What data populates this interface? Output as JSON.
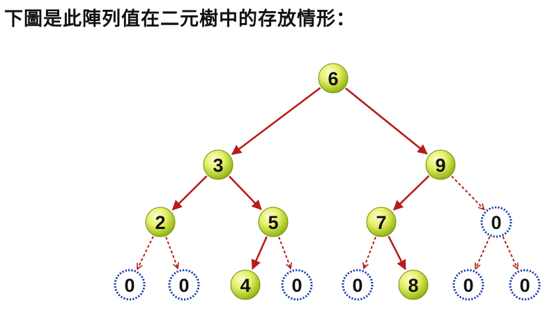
{
  "caption": "下圖是此陣列值在二元樹中的存放情形：",
  "colors": {
    "edge": "#b51d1d",
    "node_fill_light": "#f3f99a",
    "node_fill_dark": "#8fb40c",
    "node_stroke": "#6f8d0b",
    "empty_stroke": "#1a3fb0",
    "empty_fill": "#ffffff"
  },
  "tree": {
    "nodes": [
      {
        "id": "n1",
        "label": "6",
        "kind": "value"
      },
      {
        "id": "n2",
        "label": "3",
        "kind": "value"
      },
      {
        "id": "n3",
        "label": "9",
        "kind": "value"
      },
      {
        "id": "n4",
        "label": "2",
        "kind": "value"
      },
      {
        "id": "n5",
        "label": "5",
        "kind": "value"
      },
      {
        "id": "n6",
        "label": "7",
        "kind": "value"
      },
      {
        "id": "n7",
        "label": "0",
        "kind": "empty"
      },
      {
        "id": "n8",
        "label": "0",
        "kind": "empty"
      },
      {
        "id": "n9",
        "label": "0",
        "kind": "empty"
      },
      {
        "id": "n10",
        "label": "4",
        "kind": "value"
      },
      {
        "id": "n11",
        "label": "0",
        "kind": "empty"
      },
      {
        "id": "n12",
        "label": "0",
        "kind": "empty"
      },
      {
        "id": "n13",
        "label": "8",
        "kind": "value"
      },
      {
        "id": "n14",
        "label": "0",
        "kind": "empty"
      },
      {
        "id": "n15",
        "label": "0",
        "kind": "empty"
      }
    ],
    "edges": [
      {
        "from": "n1",
        "to": "n2",
        "style": "solid"
      },
      {
        "from": "n1",
        "to": "n3",
        "style": "solid"
      },
      {
        "from": "n2",
        "to": "n4",
        "style": "solid"
      },
      {
        "from": "n2",
        "to": "n5",
        "style": "solid"
      },
      {
        "from": "n3",
        "to": "n6",
        "style": "solid"
      },
      {
        "from": "n3",
        "to": "n7",
        "style": "dashed"
      },
      {
        "from": "n4",
        "to": "n8",
        "style": "dashed"
      },
      {
        "from": "n4",
        "to": "n9",
        "style": "dashed"
      },
      {
        "from": "n5",
        "to": "n10",
        "style": "solid"
      },
      {
        "from": "n5",
        "to": "n11",
        "style": "dashed"
      },
      {
        "from": "n6",
        "to": "n12",
        "style": "dashed"
      },
      {
        "from": "n6",
        "to": "n13",
        "style": "solid"
      },
      {
        "from": "n7",
        "to": "n14",
        "style": "dashed"
      },
      {
        "from": "n7",
        "to": "n15",
        "style": "dashed"
      }
    ]
  }
}
